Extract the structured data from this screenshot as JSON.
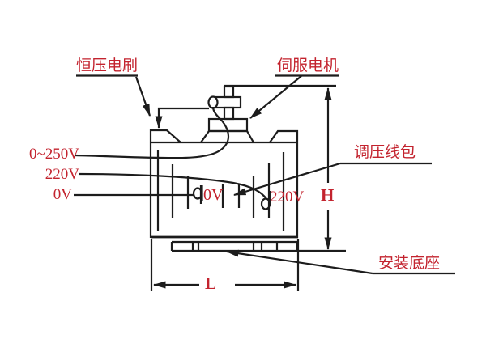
{
  "diagram": {
    "type": "technical-schematic",
    "subject": "voltage regulator side view with servo motor",
    "labels": {
      "constant_voltage_brush": "恒压电刷",
      "servo_motor": "伺服电机",
      "voltage_regulating_coil": "调压线包",
      "mounting_base": "安装底座",
      "output_range": "0~250V",
      "left_tap_220v": "220V",
      "left_tap_0v": "0V",
      "inner_tap_0v": "0V",
      "inner_tap_220v": "220V",
      "dim_height": "H",
      "dim_length": "L"
    },
    "colors": {
      "label_red": "#c3232e",
      "line_black": "#1c1c1c",
      "background": "#ffffff"
    }
  }
}
